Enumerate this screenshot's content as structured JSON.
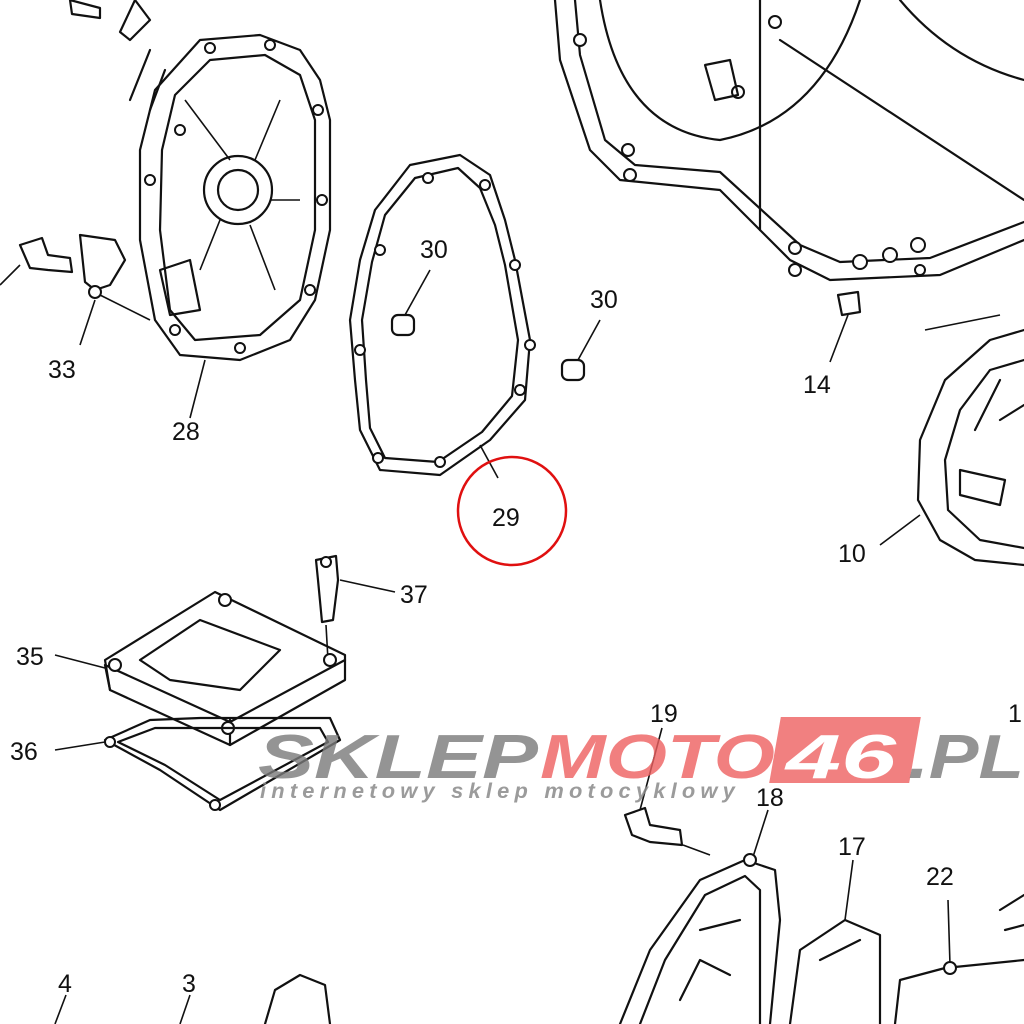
{
  "diagram": {
    "labels": {
      "p33": "33",
      "p28": "28",
      "p30a": "30",
      "p30b": "30",
      "p14": "14",
      "p29": "29",
      "p10": "10",
      "p37": "37",
      "p35": "35",
      "p36": "36",
      "p19": "19",
      "p18": "18",
      "p17": "17",
      "p22": "22",
      "p4": "4",
      "p3": "3",
      "p1": "1"
    },
    "highlight": {
      "part": "29",
      "color": "#e01010"
    }
  },
  "watermark": {
    "part1": "SKLEP",
    "part2": "MOTO",
    "part3": "46",
    "part4": ".PL",
    "subtitle": "internetowy sklep motocyklowy",
    "gray": "#7a7a7a",
    "red": "#ee6060"
  }
}
